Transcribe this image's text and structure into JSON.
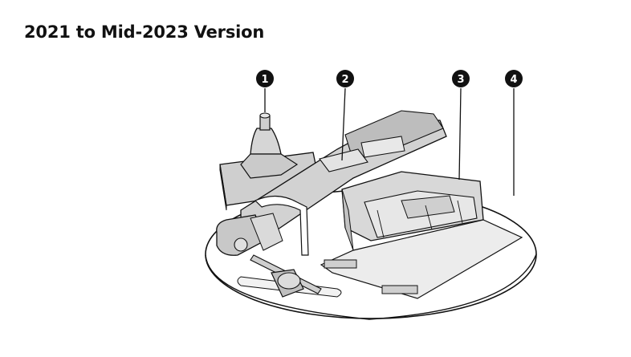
{
  "page": {
    "title": "2021 to Mid-2023 Version"
  },
  "callouts": [
    {
      "number": "1"
    },
    {
      "number": "2"
    },
    {
      "number": "3"
    },
    {
      "number": "4"
    }
  ],
  "colors": {
    "ink": "#111111",
    "part_fill": "#d9d9d9",
    "tray_fill": "#ffffff"
  }
}
